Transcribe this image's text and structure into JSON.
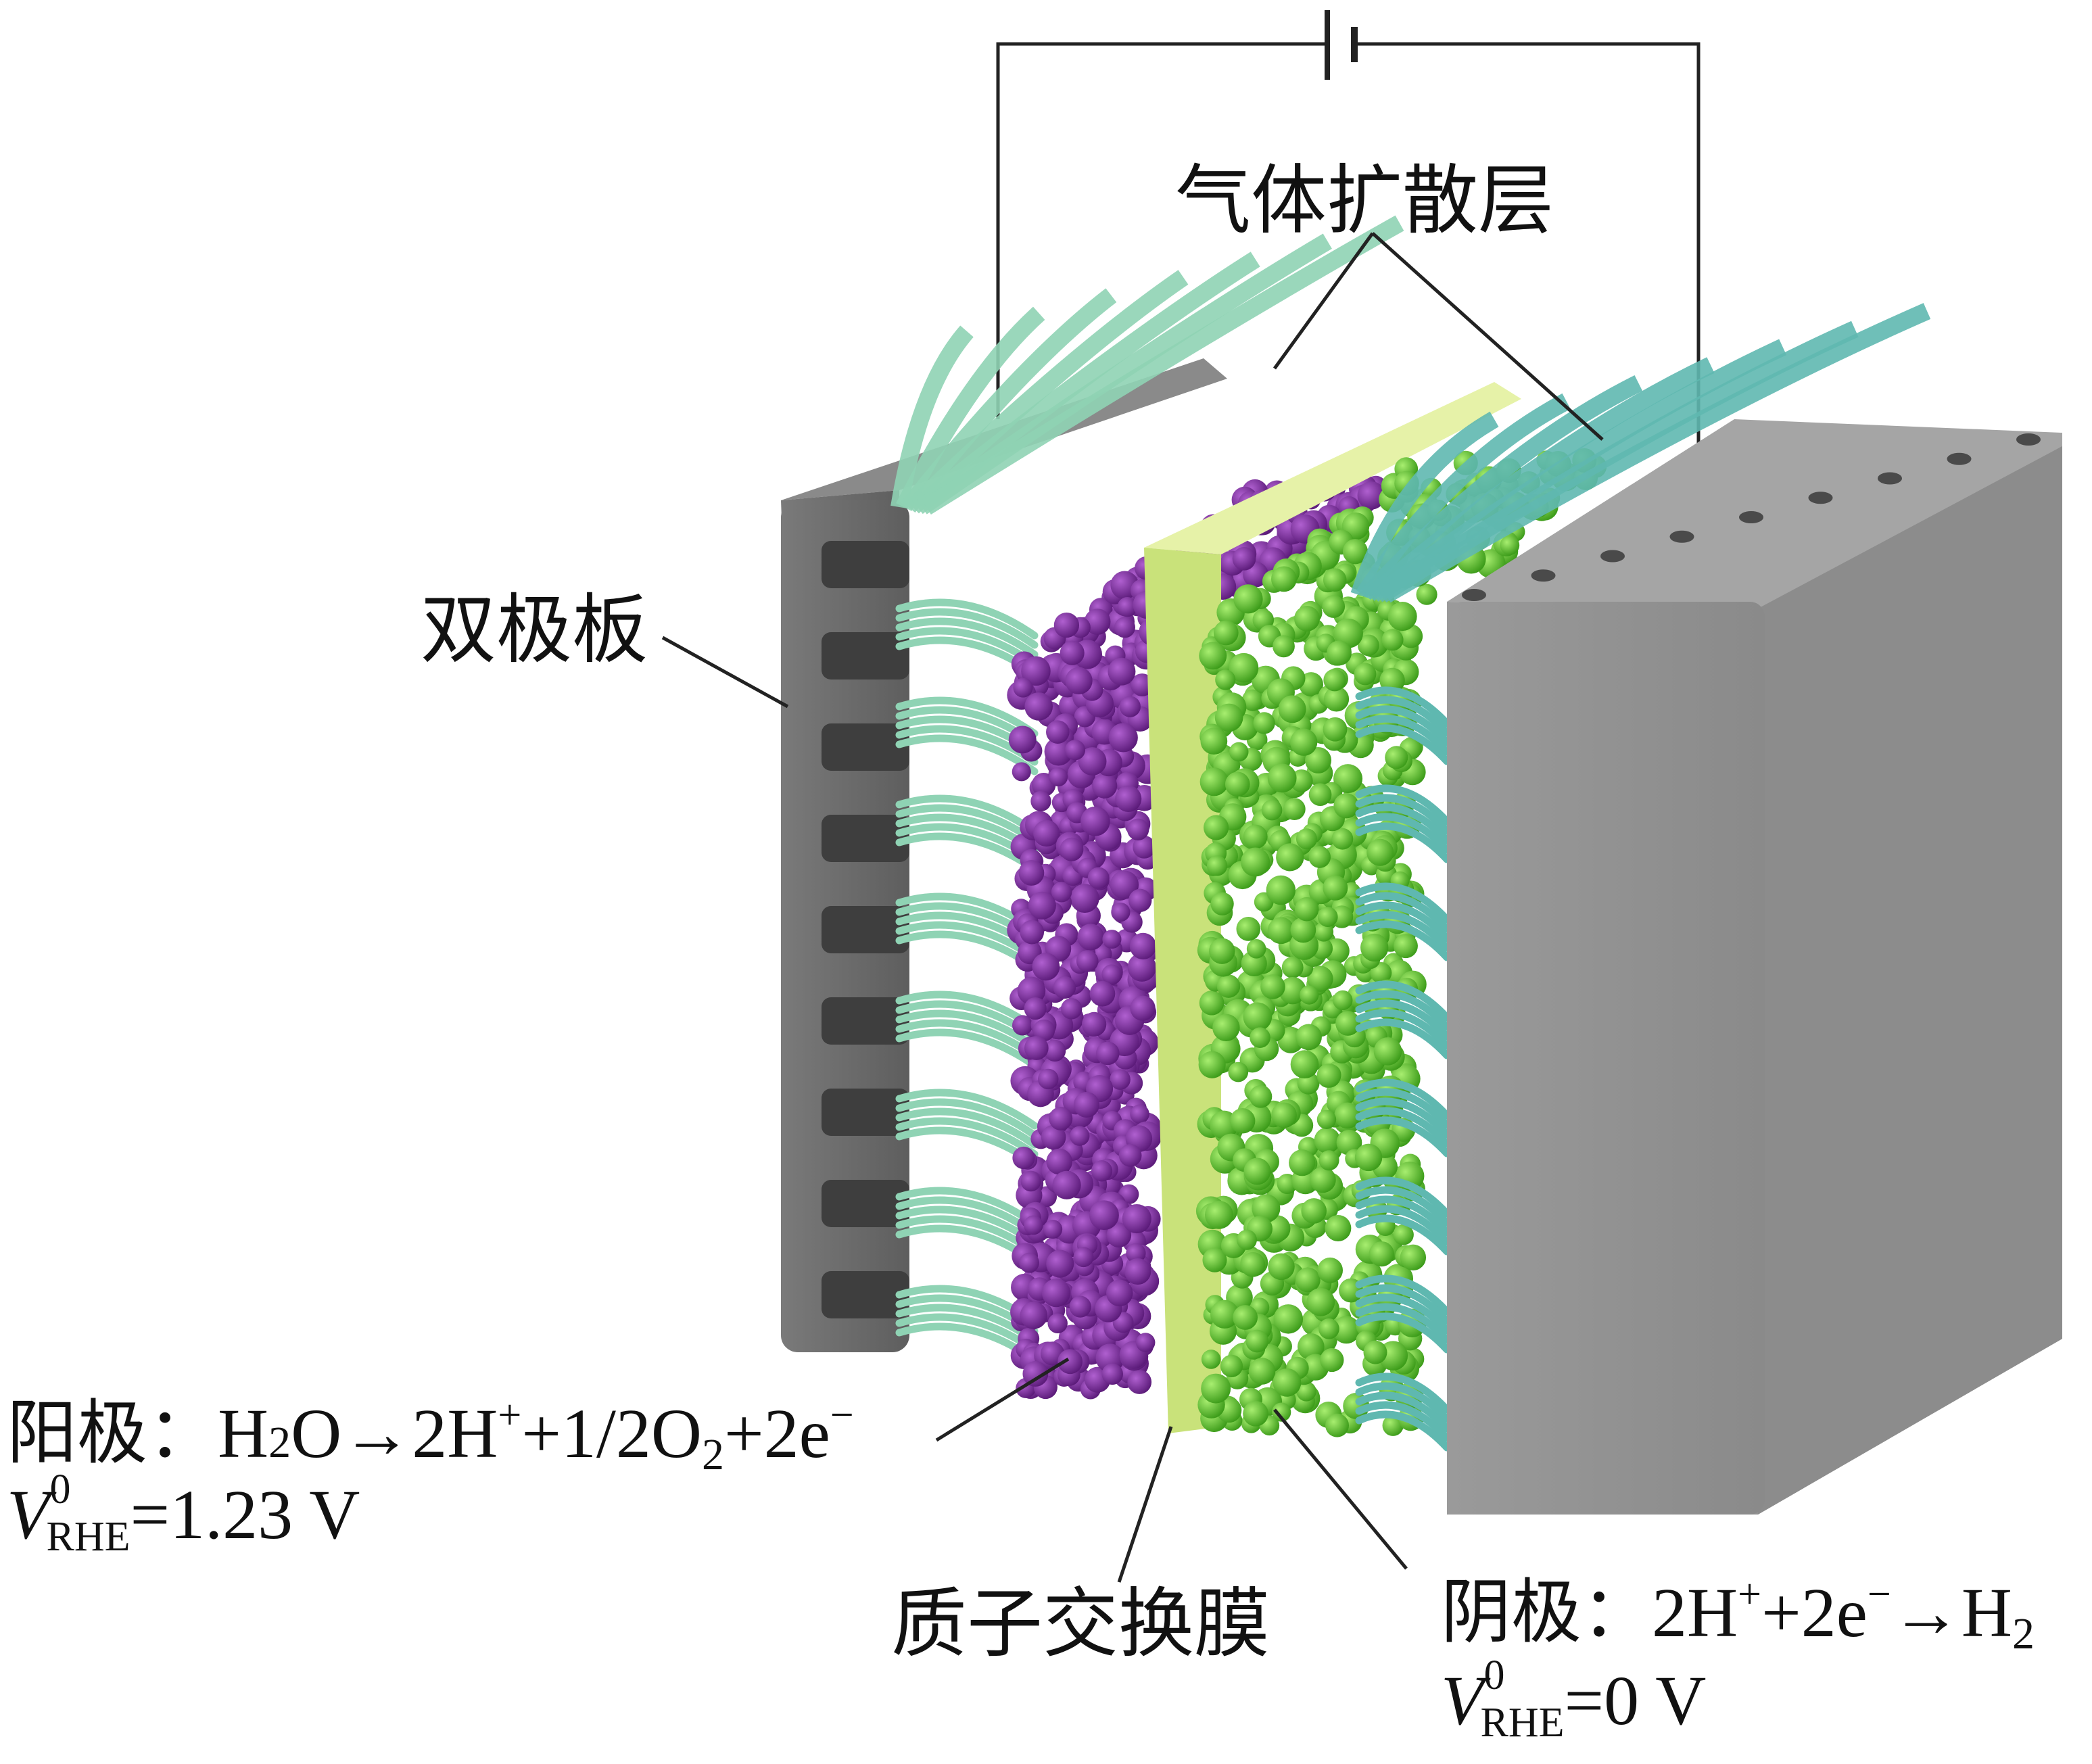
{
  "labels": {
    "gas_diffusion_layer": "气体扩散层",
    "bipolar_plate": "双极板",
    "proton_exchange_membrane": "质子交换膜",
    "anode": {
      "prefix": "阳极：",
      "eq_parts": [
        "H",
        "2",
        "O→2H",
        "+",
        "+1/2O",
        "2",
        "+2e",
        "−"
      ],
      "potential": {
        "symbol": "V",
        "sup": "0",
        "sub": "RHE",
        "value": "=1.23 V"
      }
    },
    "cathode": {
      "prefix": "阴极：",
      "eq_parts": [
        "2H",
        "+",
        "+2e",
        "−",
        "→H",
        "2"
      ],
      "potential": {
        "symbol": "V",
        "sup": "0",
        "sub": "RHE",
        "value": "=0 V"
      }
    }
  },
  "colors": {
    "plate": "#8a8a8a",
    "plate_dark": "#6a6a6a",
    "fiber_anode": "#8fd3b4",
    "fiber_cathode": "#5fb8b0",
    "anode_catalyst": "#7a2a9a",
    "cathode_catalyst": "#5cc22a",
    "membrane": "#d6ea8a"
  }
}
